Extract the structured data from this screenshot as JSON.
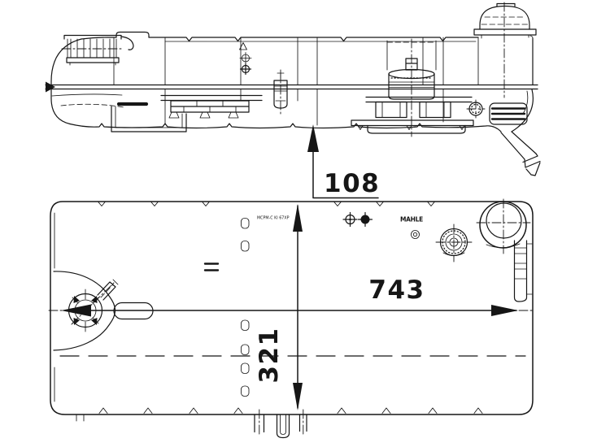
{
  "colors": {
    "ink": "#161616",
    "paper": "#ffffff"
  },
  "drawing": {
    "dimensions": {
      "height": "108",
      "length": "743",
      "width": "321"
    },
    "markings": {
      "mold_text": "MCPM-C KI 67XP",
      "brand_text": "MAHLE"
    }
  }
}
